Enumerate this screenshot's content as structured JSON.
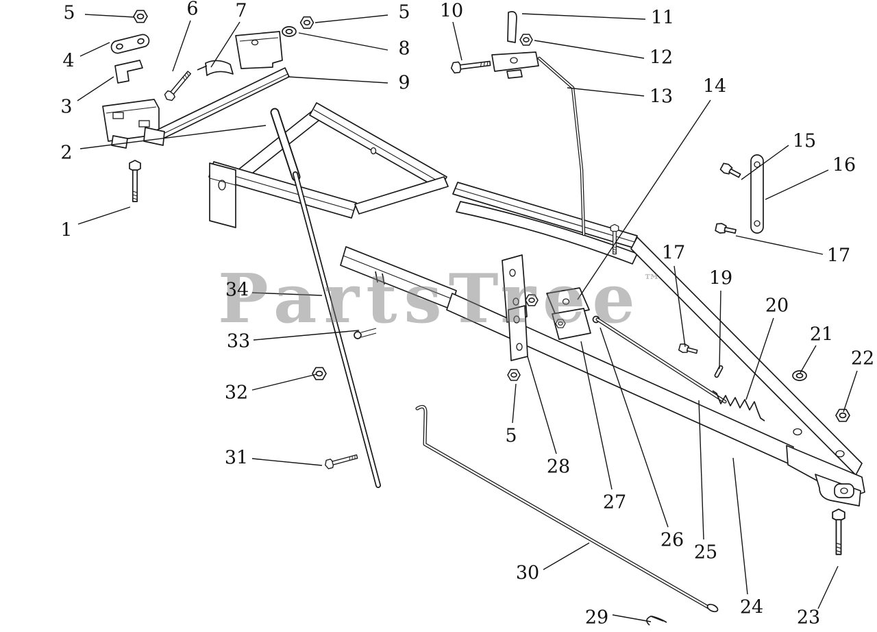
{
  "page": {
    "background": "#ffffff",
    "line_color": "#1a1a1a"
  },
  "watermark": {
    "text": "PartsTree",
    "tm": "™",
    "color": "#7a7a7a"
  },
  "diagram": {
    "kind": "exploded-parts-drawing"
  },
  "callouts": [
    {
      "label": "5"
    },
    {
      "label": "6"
    },
    {
      "label": "7"
    },
    {
      "label": "5"
    },
    {
      "label": "10"
    },
    {
      "label": "11"
    },
    {
      "label": "8"
    },
    {
      "label": "12"
    },
    {
      "label": "4"
    },
    {
      "label": "9"
    },
    {
      "label": "13"
    },
    {
      "label": "14"
    },
    {
      "label": "3"
    },
    {
      "label": "15"
    },
    {
      "label": "16"
    },
    {
      "label": "2"
    },
    {
      "label": "17"
    },
    {
      "label": "1"
    },
    {
      "label": "17"
    },
    {
      "label": "19"
    },
    {
      "label": "20"
    },
    {
      "label": "21"
    },
    {
      "label": "22"
    },
    {
      "label": "34"
    },
    {
      "label": "33"
    },
    {
      "label": "32"
    },
    {
      "label": "5"
    },
    {
      "label": "28"
    },
    {
      "label": "27"
    },
    {
      "label": "26"
    },
    {
      "label": "25"
    },
    {
      "label": "24"
    },
    {
      "label": "31"
    },
    {
      "label": "30"
    },
    {
      "label": "29"
    },
    {
      "label": "23"
    }
  ]
}
